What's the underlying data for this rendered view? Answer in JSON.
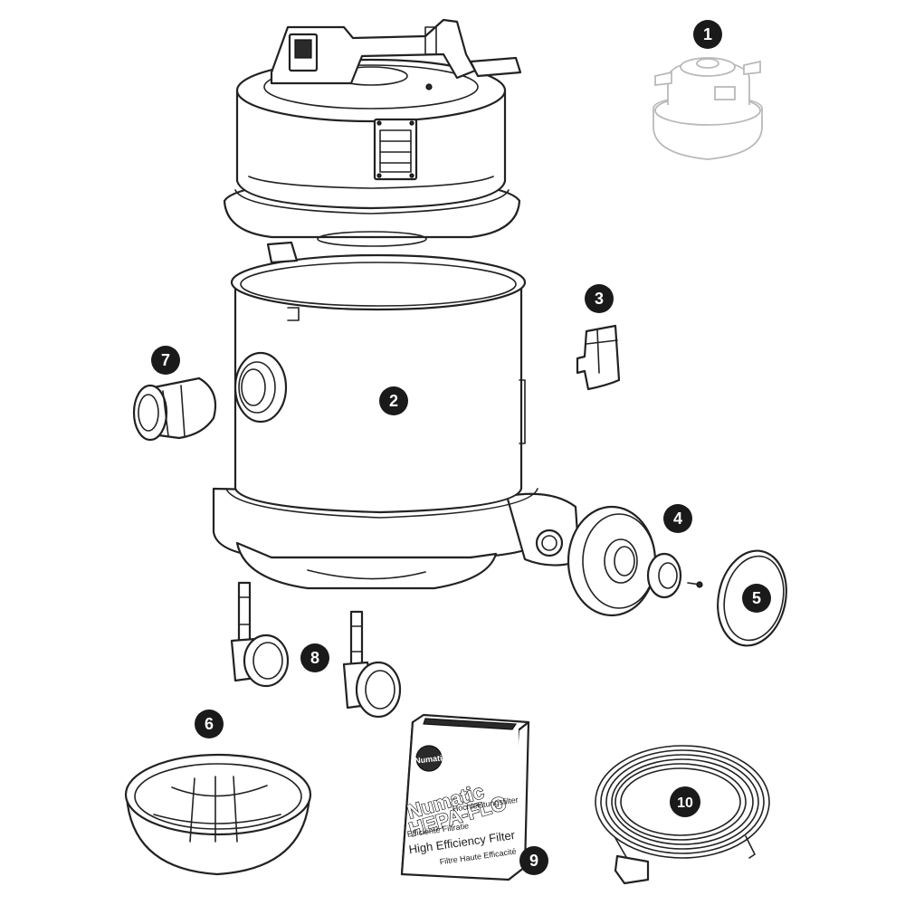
{
  "callouts": [
    {
      "id": "1",
      "part": "motor"
    },
    {
      "id": "2",
      "part": "container"
    },
    {
      "id": "3",
      "part": "clip"
    },
    {
      "id": "4",
      "part": "wheel"
    },
    {
      "id": "5",
      "part": "wheel-cap"
    },
    {
      "id": "6",
      "part": "filter"
    },
    {
      "id": "7",
      "part": "hose-inlet"
    },
    {
      "id": "8",
      "part": "castor"
    },
    {
      "id": "9",
      "part": "filter-bag-box"
    },
    {
      "id": "10",
      "part": "power-cable"
    }
  ],
  "bag_box": {
    "brand_line1": "Numatic",
    "brand_line2": "HEPA-FLO",
    "logo_text": "Numatic",
    "line_de": "Hochleistungsfilter",
    "line_nl": "Efficiënte Filtratie",
    "line_en": "High Efficiency Filter",
    "line_fr": "Filtre Haute Efficacité"
  }
}
